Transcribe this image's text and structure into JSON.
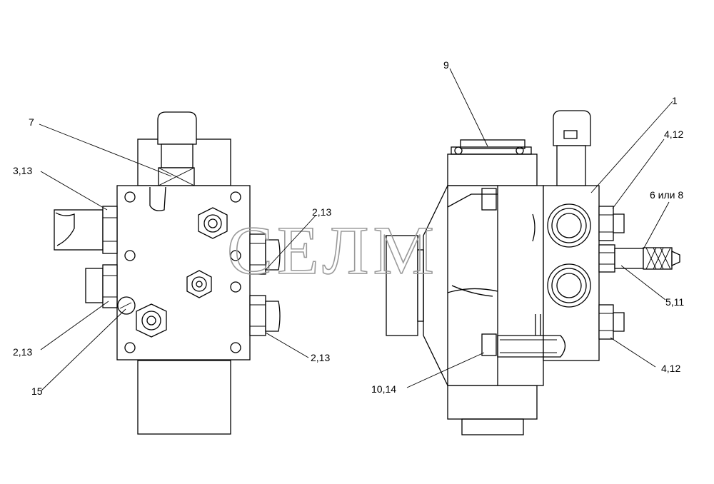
{
  "watermark": "СЕЛМ",
  "callouts": {
    "c7": "7",
    "c313": "3,13",
    "c213a": "2,13",
    "c213b": "2,13",
    "c213c": "2,13",
    "c15": "15",
    "c9": "9",
    "c1": "1",
    "c412a": "4,12",
    "c6or8": "6 или 8",
    "c511": "5,11",
    "c412b": "4,12",
    "c1014": "10,14"
  }
}
